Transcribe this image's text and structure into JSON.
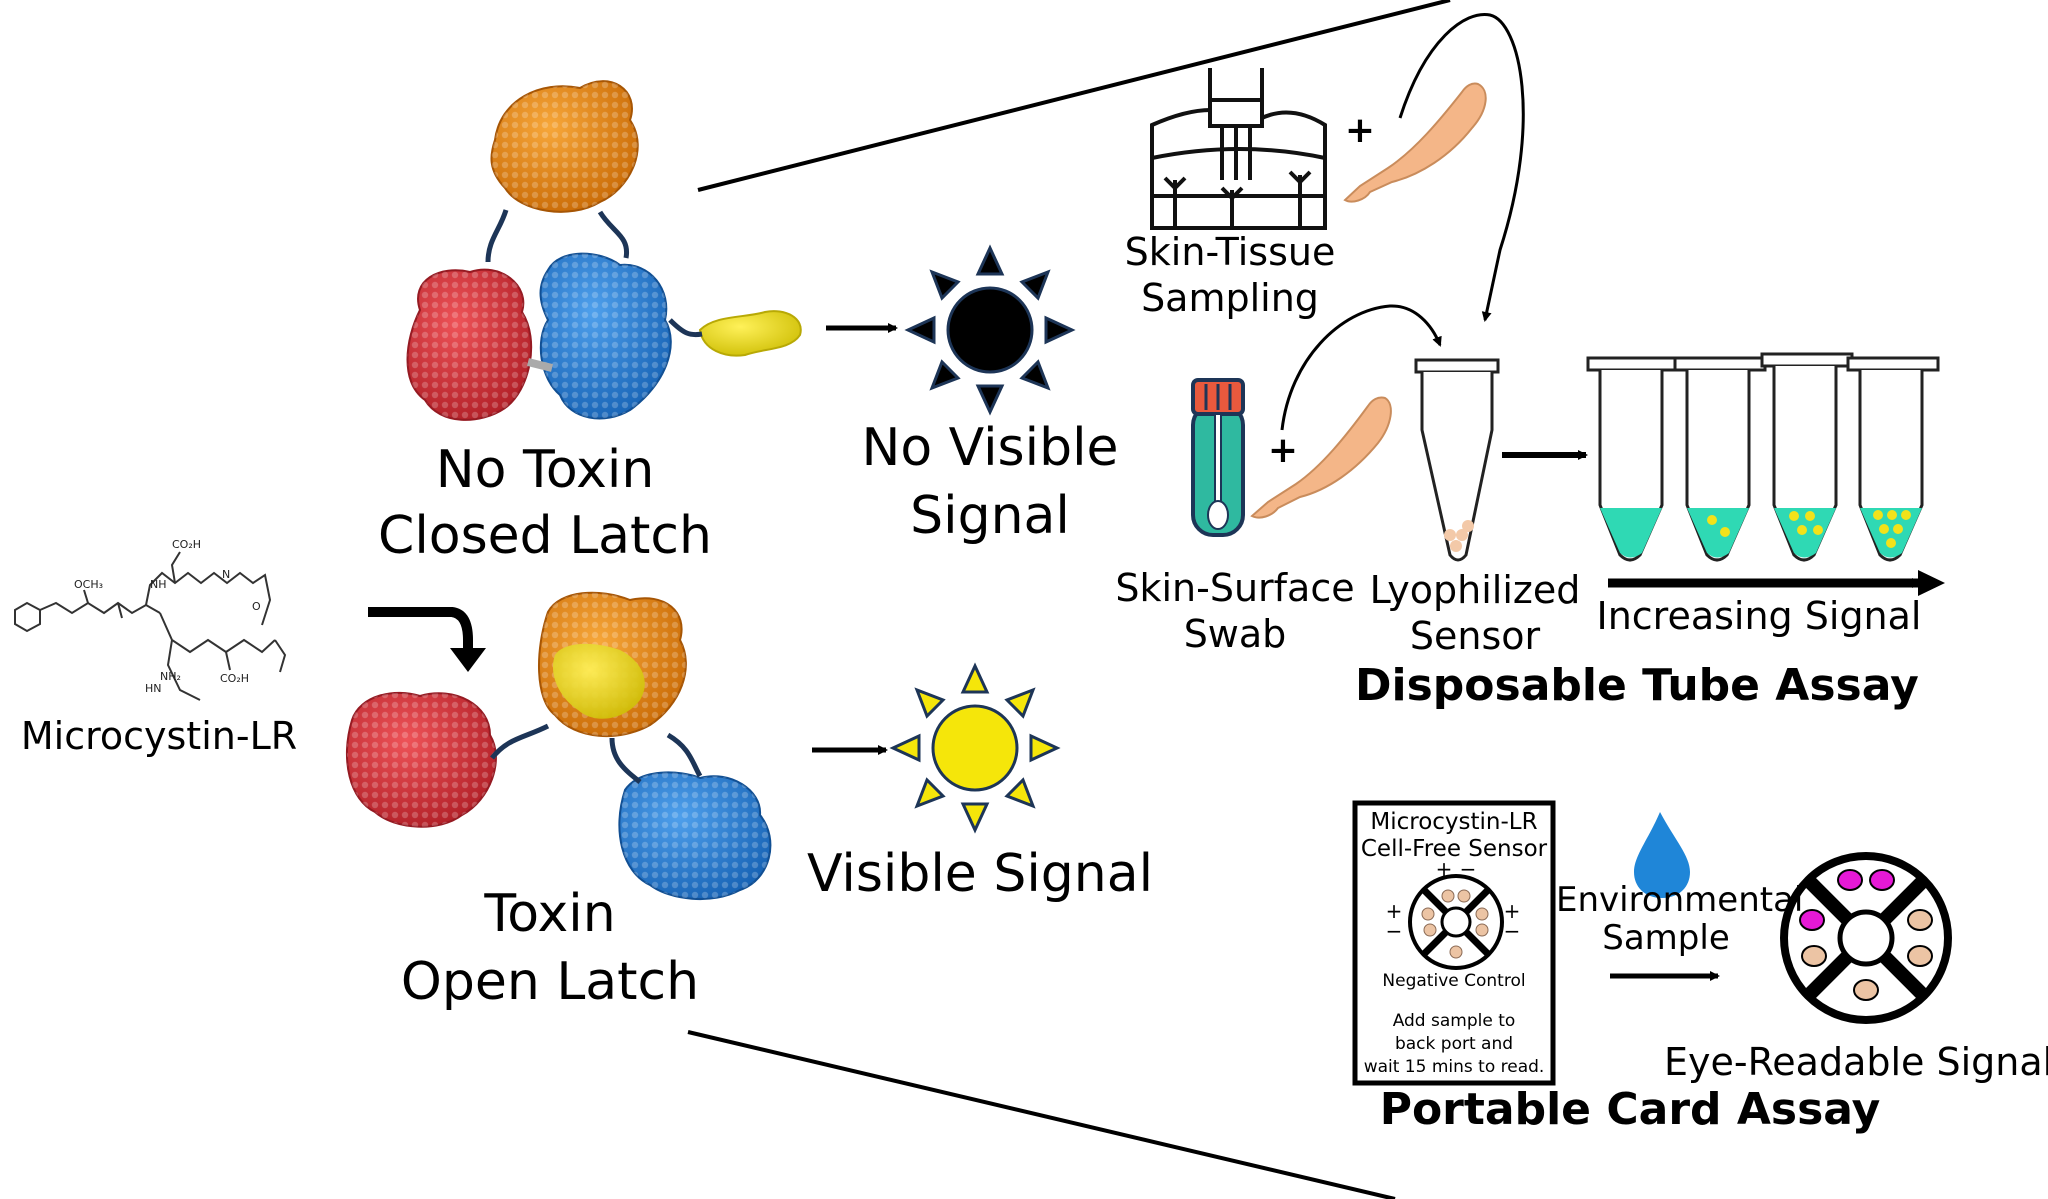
{
  "left": {
    "toxin_name": "Microcystin-LR",
    "closed_label_1": "No Toxin",
    "closed_label_2": "Closed Latch",
    "open_label_1": "Toxin",
    "open_label_2": "Open Latch",
    "no_signal_1": "No Visible",
    "no_signal_2": "Signal",
    "visible_signal": "Visible Signal",
    "struct_labels": [
      "CO₂H",
      "OCH₃",
      "CO₂H",
      "NH",
      "HN",
      "NH₂",
      "N",
      "O"
    ]
  },
  "tube_assay": {
    "tissue_1": "Skin-Tissue",
    "tissue_2": "Sampling",
    "swab_1": "Skin-Surface",
    "swab_2": "Swab",
    "sensor_1": "Lyophilized",
    "sensor_2": "Sensor",
    "increasing": "Increasing Signal",
    "title": "Disposable Tube Assay",
    "plus": "+"
  },
  "card_assay": {
    "card_title_1": "Microcystin-LR",
    "card_title_2": "Cell-Free Sensor",
    "neg_control": "Negative Control",
    "instr_1": "Add sample to",
    "instr_2": "back port and",
    "instr_3": "wait 15 mins to read.",
    "plus": "+",
    "minus": "−",
    "env_1": "Environmental",
    "env_2": "Sample",
    "readout": "Eye-Readable Signal",
    "title": "Portable Card Assay"
  },
  "colors": {
    "orange": "#e98a12",
    "red": "#d8323a",
    "blue": "#2a7fd4",
    "yellow": "#f2e21a",
    "teal": "#2fd9b4",
    "magenta": "#e619d6",
    "tan": "#ecc4a4",
    "skin": "#f4b688",
    "water": "#1f86d8"
  }
}
